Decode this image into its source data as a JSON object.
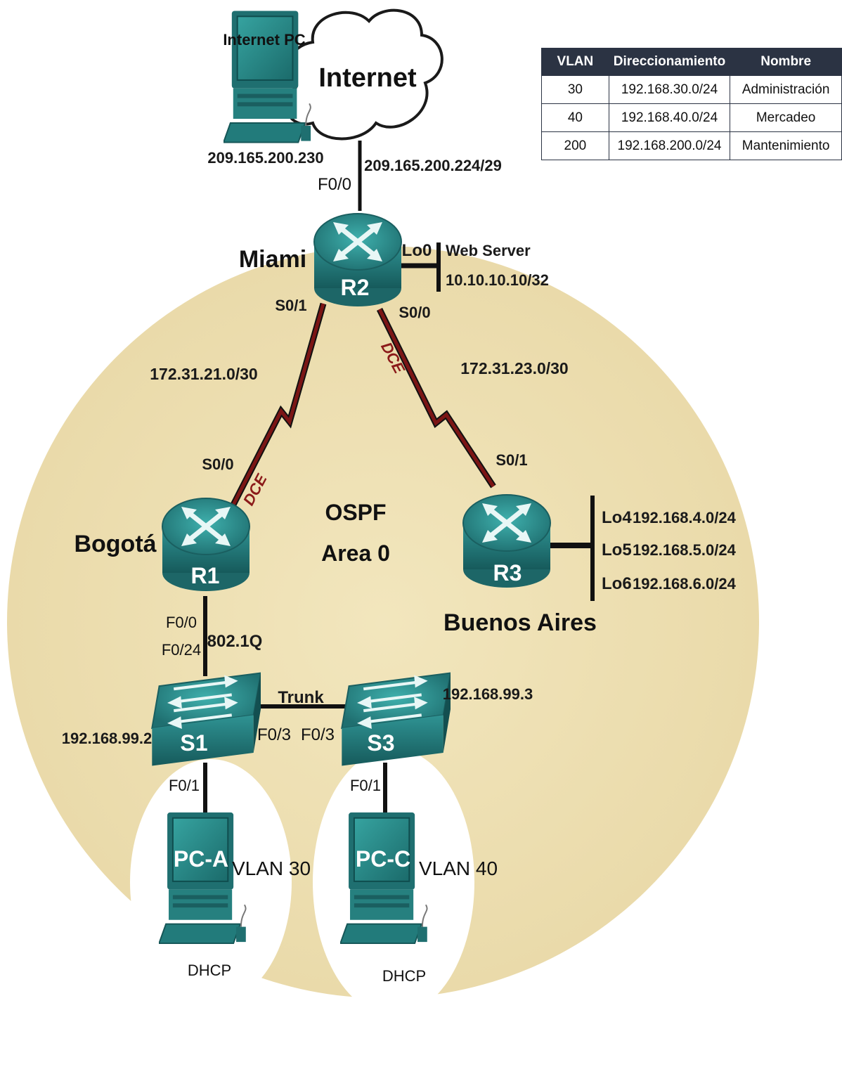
{
  "internet": {
    "cloud_label": "Internet",
    "pc_label": "Internet PC",
    "pc_ip": "209.165.200.230",
    "link_net": "209.165.200.224/29"
  },
  "r2": {
    "name": "R2",
    "city": "Miami",
    "if_f00": "F0/0",
    "if_lo0": "Lo0",
    "web_label": "Web Server",
    "web_ip": "10.10.10.10/32",
    "if_s01": "S0/1",
    "if_s00": "S0/0"
  },
  "r1": {
    "name": "R1",
    "city": "Bogotá",
    "if_s00": "S0/0",
    "if_f00": "F0/0"
  },
  "r3": {
    "name": "R3",
    "city": "Buenos Aires",
    "if_s01": "S0/1",
    "loopbacks": [
      {
        "name": "Lo4",
        "net": "192.168.4.0/24"
      },
      {
        "name": "Lo5",
        "net": "192.168.5.0/24"
      },
      {
        "name": "Lo6",
        "net": "192.168.6.0/24"
      }
    ]
  },
  "links": {
    "r1_r2_net": "172.31.21.0/30",
    "r2_r3_net": "172.31.23.0/30",
    "dce": "DCE",
    "dot1q": "802.1Q",
    "trunk": "Trunk"
  },
  "ospf": {
    "line1": "OSPF",
    "line2": "Area 0"
  },
  "s1": {
    "name": "S1",
    "ip": "192.168.99.2",
    "if_f024": "F0/24",
    "if_f03": "F0/3",
    "if_f01": "F0/1"
  },
  "s3": {
    "name": "S3",
    "ip": "192.168.99.3",
    "if_f03": "F0/3",
    "if_f01": "F0/1"
  },
  "pca": {
    "name": "PC-A",
    "vlan": "VLAN 30",
    "dhcp": "DHCP"
  },
  "pcc": {
    "name": "PC-C",
    "vlan": "VLAN 40",
    "dhcp": "DHCP"
  },
  "vlan_table": {
    "headers": [
      "VLAN",
      "Direccionamiento",
      "Nombre"
    ],
    "rows": [
      {
        "vlan": "30",
        "net": "192.168.30.0/24",
        "name": "Administración"
      },
      {
        "vlan": "40",
        "net": "192.168.40.0/24",
        "name": "Mercadeo"
      },
      {
        "vlan": "200",
        "net": "192.168.200.0/24",
        "name": "Mantenimiento"
      }
    ]
  },
  "colors": {
    "area_fill": "#efe2b4",
    "device_teal": "#2a8a8a",
    "serial_link": "#7b1515",
    "table_header": "#2b3343"
  }
}
